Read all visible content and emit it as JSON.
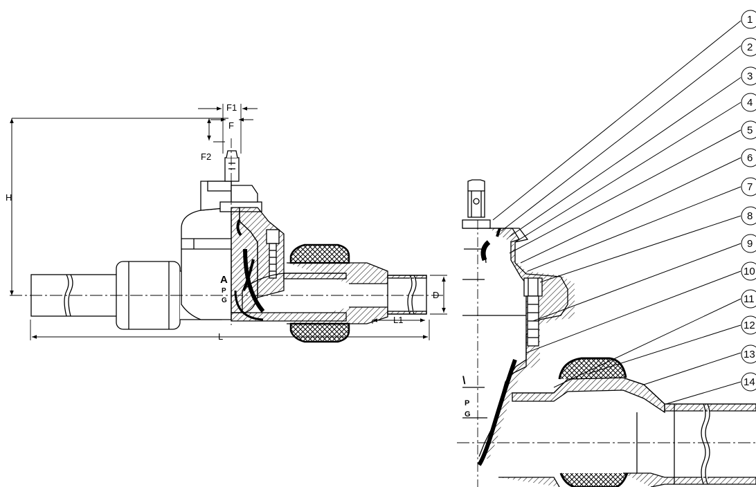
{
  "dimensions": {
    "F1": "F1",
    "F": "F",
    "F2": "F2",
    "H": "H",
    "D": "D",
    "L1": "L1",
    "L": "L"
  },
  "valve_marking": {
    "logo_glyph": "A",
    "letter_p": "P",
    "letter_g": "G"
  },
  "callouts": [
    "1",
    "2",
    "3",
    "4",
    "5",
    "6",
    "7",
    "8",
    "9",
    "10",
    "11",
    "12",
    "13",
    "14"
  ],
  "colors": {
    "line": "#000000",
    "background": "#ffffff",
    "hatch": "#000000"
  }
}
